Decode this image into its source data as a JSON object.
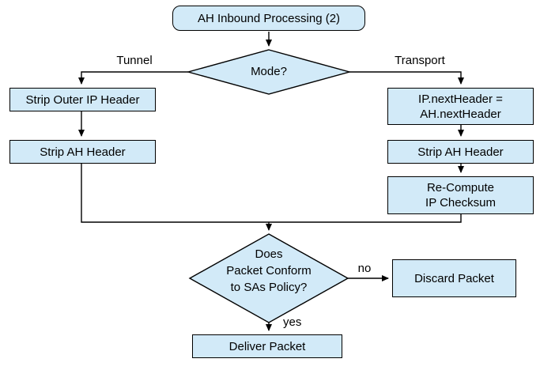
{
  "diagram": {
    "title": "AH Inbound Processing (2)",
    "colors": {
      "node_fill": "#d2eaf8",
      "node_border": "#000000",
      "connector": "#000000",
      "background": "#ffffff"
    },
    "nodes": {
      "start": {
        "label": "AH Inbound Processing (2)",
        "shape": "rounded-rect"
      },
      "mode_decision": {
        "label": "Mode?",
        "shape": "diamond"
      },
      "strip_outer_ip_header": {
        "label": "Strip Outer IP Header",
        "shape": "rect"
      },
      "strip_ah_header_tunnel": {
        "label": "Strip AH Header",
        "shape": "rect"
      },
      "ip_next_header": {
        "label": "IP.nextHeader =\nAH.nextHeader",
        "shape": "rect"
      },
      "strip_ah_header_transport": {
        "label": "Strip AH Header",
        "shape": "rect"
      },
      "recompute_ip_checksum": {
        "label": "Re-Compute\nIP Checksum",
        "shape": "rect"
      },
      "policy_decision": {
        "label": "Does\nPacket Conform\nto SAs Policy?",
        "shape": "diamond"
      },
      "discard_packet": {
        "label": "Discard Packet",
        "shape": "rect"
      },
      "deliver_packet": {
        "label": "Deliver Packet",
        "shape": "rect"
      }
    },
    "edge_labels": {
      "tunnel": "Tunnel",
      "transport": "Transport",
      "no": "no",
      "yes": "yes"
    }
  }
}
